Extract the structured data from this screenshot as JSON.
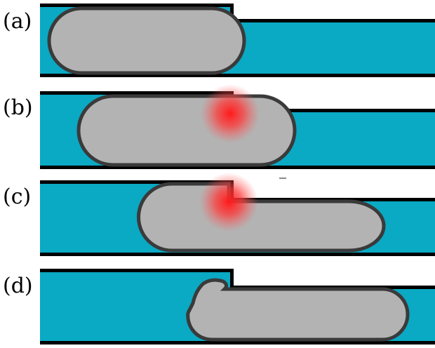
{
  "colors": {
    "channel": "#0aa9c4",
    "wall": "#000000",
    "droplet_fill": "#b3b3b3",
    "droplet_outline": "#3a3a3a",
    "hotspot": "#ff1a1a",
    "background": "#ffffff"
  },
  "panels": [
    {
      "label": "(a)",
      "hotspot_visible": false
    },
    {
      "label": "(b)",
      "hotspot_visible": true
    },
    {
      "label": "(c)",
      "hotspot_visible": true
    },
    {
      "label": "(d)",
      "hotspot_visible": false
    }
  ]
}
